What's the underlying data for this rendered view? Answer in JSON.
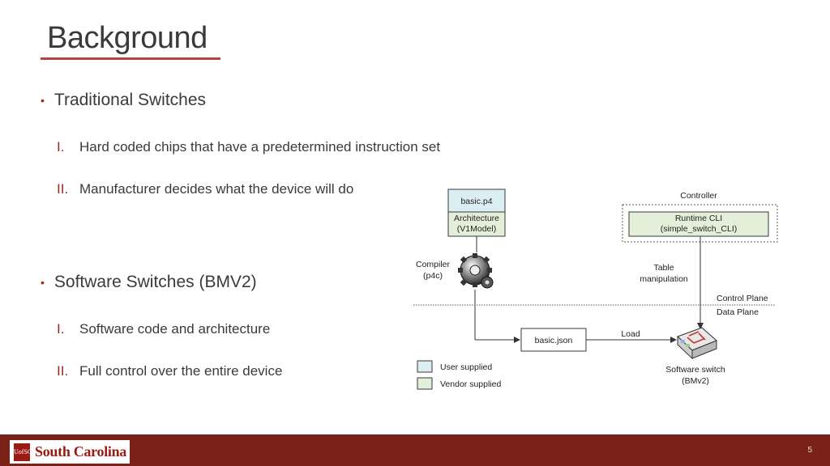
{
  "slide": {
    "title": "Background",
    "bullets": [
      {
        "label": "Traditional Switches",
        "items": [
          {
            "num": "I.",
            "text": "Hard coded chips that have a predetermined instruction set"
          },
          {
            "num": "II.",
            "text": "Manufacturer decides what the device will do"
          }
        ]
      },
      {
        "label": "Software Switches (BMV2)",
        "items": [
          {
            "num": "I.",
            "text": "Software code and architecture"
          },
          {
            "num": "II.",
            "text": "Full control over the entire device"
          }
        ]
      }
    ],
    "page_number": "5"
  },
  "diagram": {
    "basic_p4": "basic.p4",
    "architecture_l1": "Architecture",
    "architecture_l2": "(V1Model)",
    "compiler_l1": "Compiler",
    "compiler_l2": "(p4c)",
    "basic_json": "basic.json",
    "load": "Load",
    "controller": "Controller",
    "runtime_l1": "Runtime CLI",
    "runtime_l2": "(simple_switch_CLI)",
    "table_l1": "Table",
    "table_l2": "manipulation",
    "control_plane": "Control Plane",
    "data_plane": "Data Plane",
    "switch_l1": "Software switch",
    "switch_l2": "(BMv2)",
    "legend_user": "User supplied",
    "legend_vendor": "Vendor supplied",
    "colors": {
      "user": "#dbeef4",
      "vendor": "#e4efd9",
      "stroke": "#3a3a3a"
    }
  },
  "footer": {
    "logo_mark_top": "UofSC",
    "logo_text": "South Carolina"
  }
}
